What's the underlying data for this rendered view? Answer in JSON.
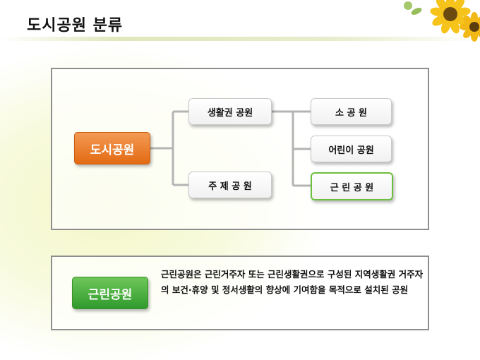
{
  "title": "도시공원 분류",
  "diagram": {
    "root": "도시공원",
    "level1": [
      "생활권 공원",
      "주 제 공 원"
    ],
    "level2": [
      "소  공  원",
      "어린이 공원",
      "근 린 공 원"
    ]
  },
  "definition": {
    "tag": "근린공원",
    "text": "근린공원은 근린거주자 또는 근린생활권으로 구성된 지역생활권 거주자의 보건·휴양 및 정서생활의 향상에 기여함을 목적으로 설치된 공원"
  },
  "colors": {
    "root_fill": "#e87722",
    "tag_fill": "#3ea535",
    "highlight_border": "#6cbf3d",
    "connector": "#b4b4b4"
  }
}
